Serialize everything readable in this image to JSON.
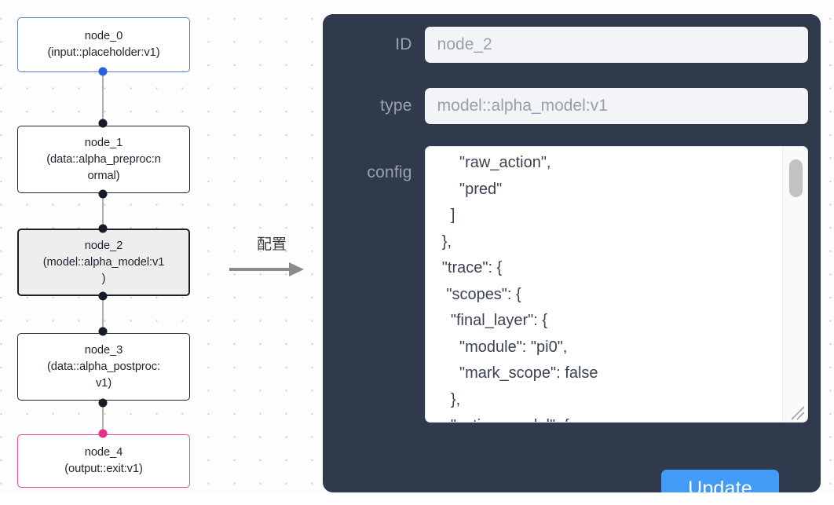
{
  "canvas": {
    "nodes": [
      {
        "id": "node_0",
        "type": "(input::placeholder:v1)",
        "variant": "input"
      },
      {
        "id": "node_1",
        "type": "(data::alpha_preproc:n",
        "type2": "ormal)",
        "variant": "default"
      },
      {
        "id": "node_2",
        "type": "(model::alpha_model:v1",
        "type2": ")",
        "variant": "selected"
      },
      {
        "id": "node_3",
        "type": "(data::alpha_postproc:",
        "type2": "v1)",
        "variant": "default"
      },
      {
        "id": "node_4",
        "type": "(output::exit:v1)",
        "variant": "output"
      }
    ],
    "colors": {
      "input_border": "#5b7fc4",
      "output_border": "#e8488f",
      "default_border": "#1f2430",
      "selected_fill": "#eeeeee",
      "edge": "#b0b0b0",
      "handle": "#161b28",
      "handle_input": "#2b62d9",
      "handle_output": "#ec2d8a",
      "background": "#fdfdfd",
      "dot_grid": "#c9ccd4"
    }
  },
  "annotation": {
    "label": "配置",
    "arrow_color": "#8a8a8a"
  },
  "panel": {
    "background": "#303a4d",
    "fields": [
      {
        "label": "ID",
        "value": "node_2"
      },
      {
        "label": "type",
        "value": "model::alpha_model:v1"
      },
      {
        "label": "config",
        "value": ""
      }
    ],
    "id_label": "ID",
    "id_value": "node_2",
    "type_label": "type",
    "type_value": "model::alpha_model:v1",
    "config_label": "config",
    "config_value": "      \"raw_action\",\n      \"pred\"\n    ]\n  },\n  \"trace\": {\n   \"scopes\": {\n    \"final_layer\": {\n      \"module\": \"pi0\",\n      \"mark_scope\": false\n    },\n    \"action_model\": {",
    "update_label": "Update",
    "update_color": "#429bf5",
    "input_background": "#f2f4f7",
    "input_text_color": "#9aa0ab",
    "label_color": "#9aa2af"
  }
}
